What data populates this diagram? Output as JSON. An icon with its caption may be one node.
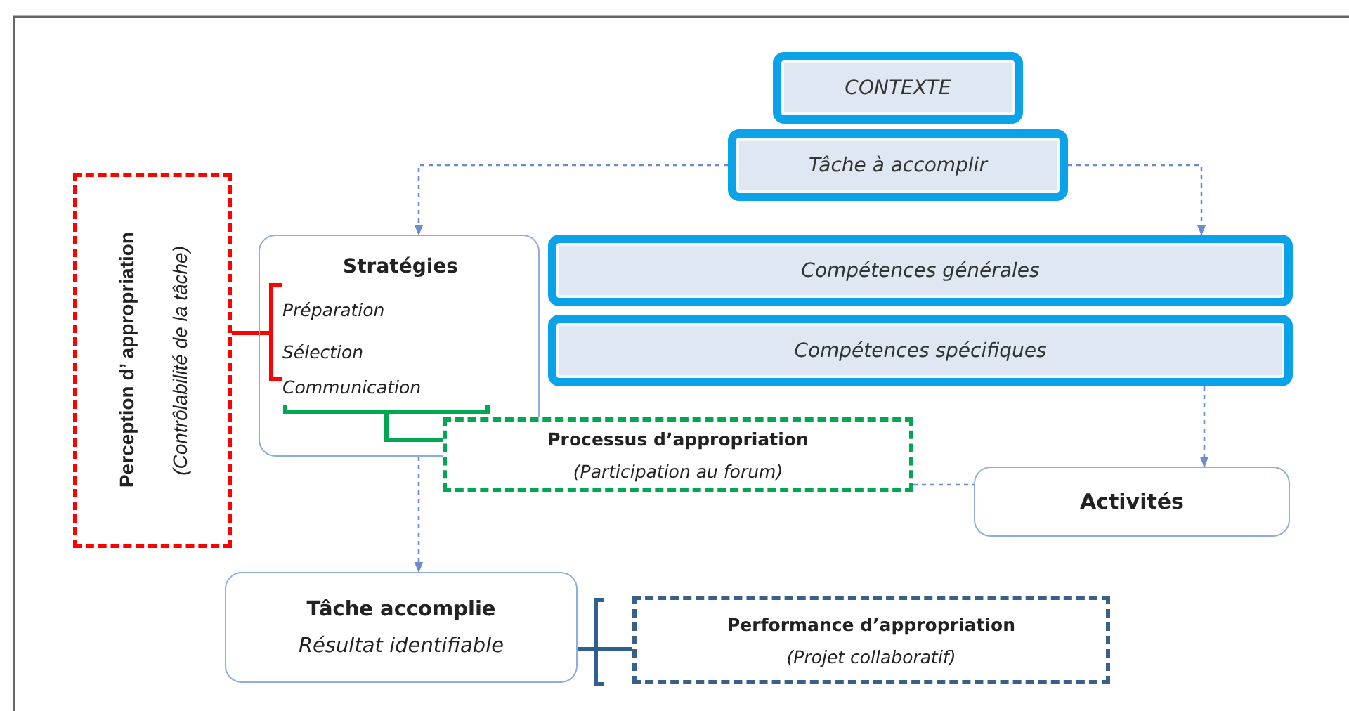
{
  "diagram": {
    "nodes": [
      {
        "text": [
          "CONTEXTE"
        ]
      },
      {
        "text": [
          "Tâche à accomplir"
        ]
      },
      {
        "text": [
          "Perception d’ appropriation",
          "(Contrôlabilité de la tâche)"
        ]
      },
      {
        "text": [
          "Stratégies",
          "Préparation",
          "Sélection",
          "Communication"
        ]
      },
      {
        "text": [
          "Compétences générales"
        ]
      },
      {
        "text": [
          "Compétences spécifiques"
        ]
      },
      {
        "text": [
          "Processus d’appropriation",
          "(Participation au forum)"
        ]
      },
      {
        "text": [
          "Activités"
        ]
      },
      {
        "text": [
          "Tâche accomplie",
          "Résultat identifiable"
        ]
      },
      {
        "text": [
          "Performance d’appropriation",
          "(Projet collaboratif)"
        ]
      }
    ],
    "edges": [
      {
        "from": 1,
        "to": 3,
        "arrow": "to",
        "style": "dashed"
      },
      {
        "from": 1,
        "to": 4,
        "arrow": "to",
        "style": "dashed"
      },
      {
        "from": 5,
        "to": 7,
        "arrow": "to",
        "style": "dashed"
      },
      {
        "from": 3,
        "to": 8,
        "arrow": "to",
        "style": "dashed"
      },
      {
        "from": 6,
        "to": 7,
        "arrow": "none",
        "style": "dashed"
      },
      {
        "from": 2,
        "to": 3,
        "arrow": "none",
        "style": "thick",
        "color": "#ff0000"
      },
      {
        "from": 3,
        "to": 6,
        "arrow": "none",
        "style": "thick",
        "color": "#00a651"
      },
      {
        "from": 8,
        "to": 9,
        "arrow": "none",
        "style": "thick",
        "color": "#2f5f8f"
      }
    ]
  }
}
